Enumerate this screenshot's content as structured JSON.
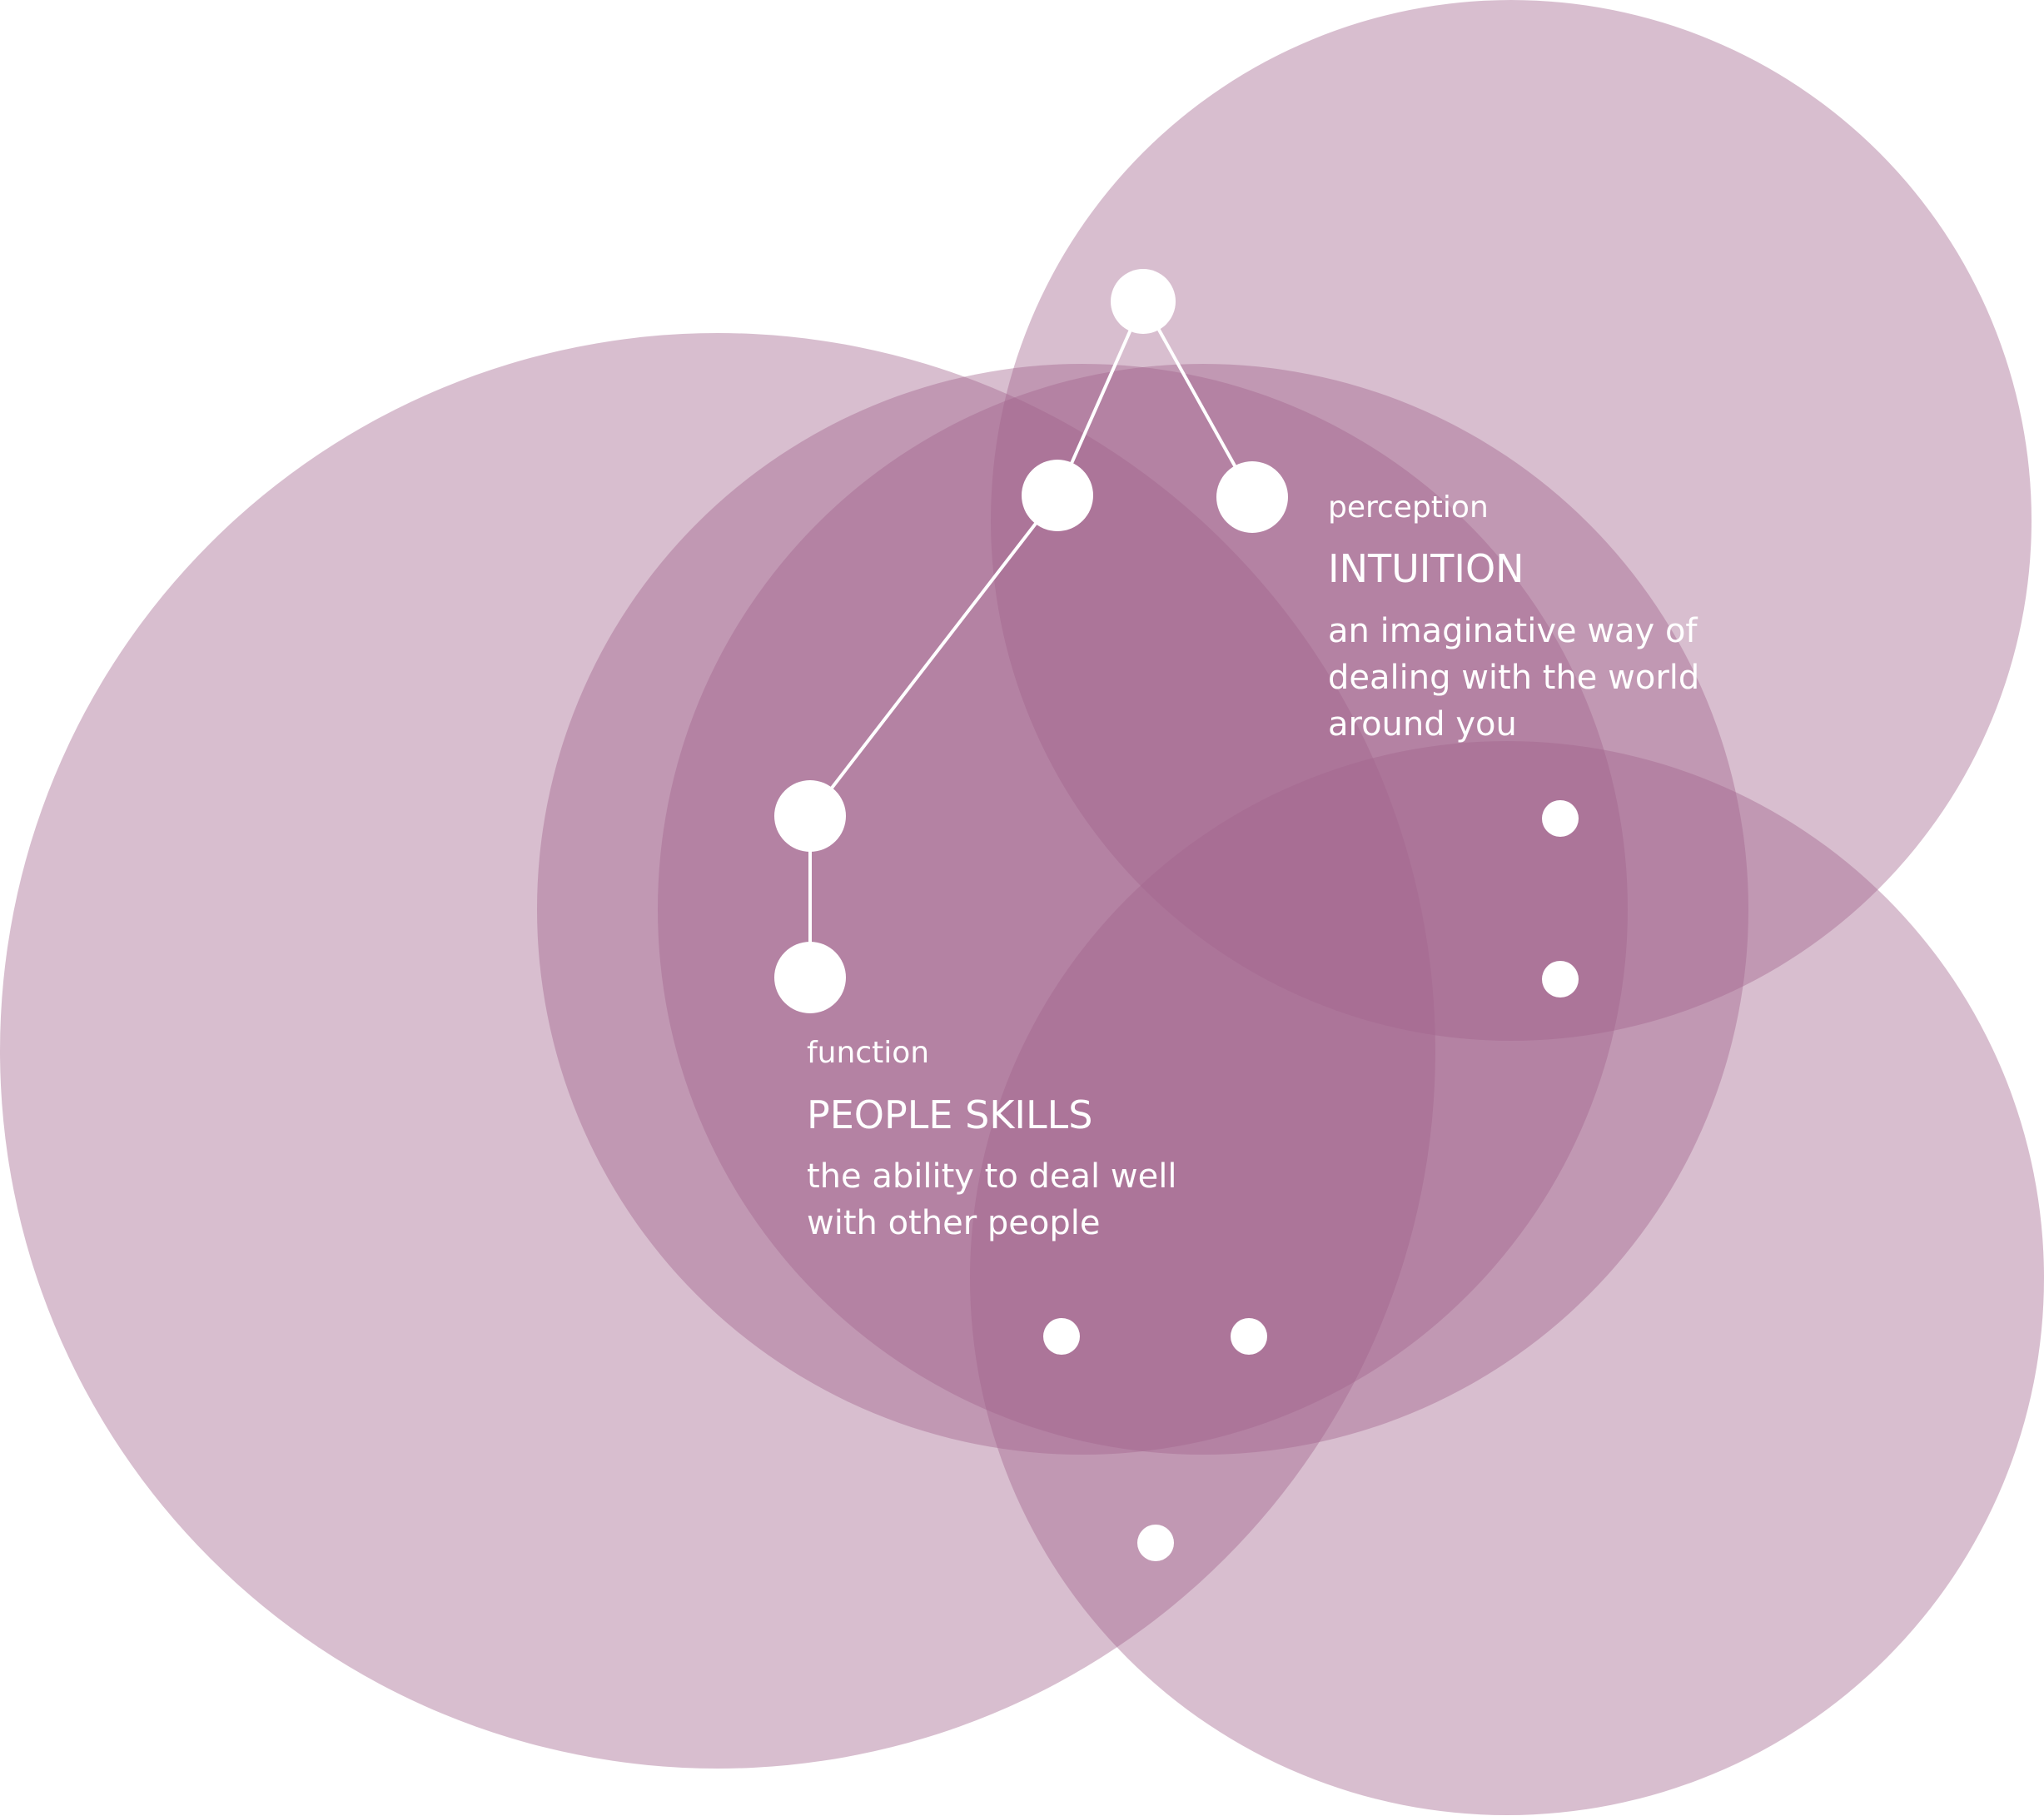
{
  "colors": {
    "circle_fill": "#a3648c",
    "node": "#ffffff",
    "connector": "#ffffff",
    "text": "#ffffff",
    "background": "#ffffff"
  },
  "perception_block": {
    "category": "perception",
    "title": "INTUITION",
    "description_lines": [
      "an imaginative way of",
      "dealing with the world",
      "around you"
    ]
  },
  "function_block": {
    "category": "function",
    "title": "PEOPLE SKILLS",
    "description_lines": [
      "the ability to deal well",
      "with other people"
    ]
  }
}
